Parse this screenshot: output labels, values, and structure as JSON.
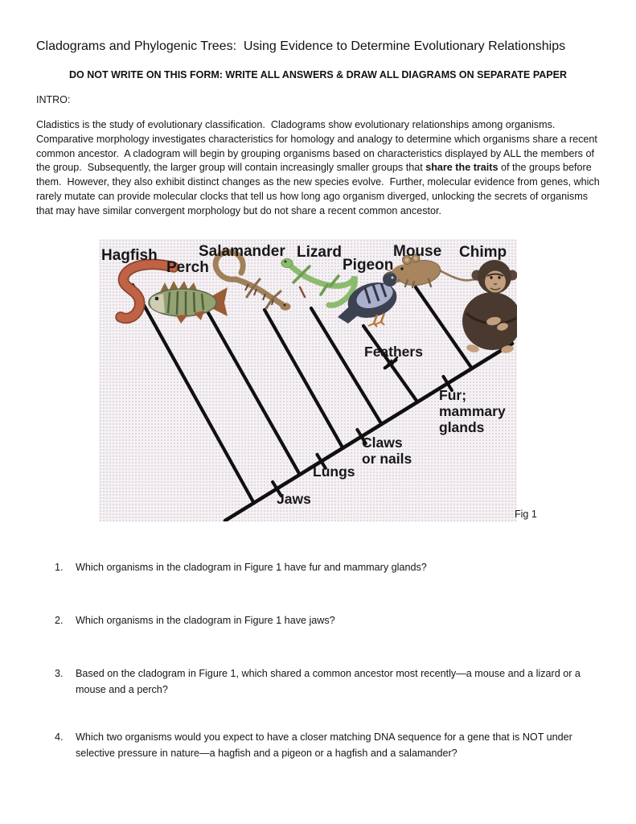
{
  "page": {
    "title": "Cladograms and Phylogenic Trees:  Using Evidence to Determine Evolutionary Relationships",
    "warning": "DO NOT WRITE ON THIS FORM: WRITE ALL ANSWERS & DRAW ALL DIAGRAMS ON SEPARATE PAPER",
    "intro_label": "INTRO:",
    "intro": {
      "part1": "Cladistics is the study of evolutionary classification.  Cladograms show evolutionary relationships among organisms.  Comparative morphology investigates characteristics for homology and analogy to determine which organisms share a recent common ancestor.  A cladogram will begin by grouping organisms based on characteristics displayed by ALL the members of the group.  Subsequently, the larger group will contain increasingly smaller groups that ",
      "bold": "share the traits",
      "part2": " of the groups before them.  However, they also exhibit distinct changes as the new species evolve.  Further, molecular evidence from genes, which rarely mutate can provide molecular clocks that tell us how long ago organism diverged, unlocking the secrets of organisms that may have similar convergent morphology but do not share a recent common ancestor."
    },
    "figure_caption": "Fig 1"
  },
  "cladogram": {
    "organisms": {
      "hagfish": "Hagfish",
      "perch": "Perch",
      "salamander": "Salamander",
      "lizard": "Lizard",
      "pigeon": "Pigeon",
      "mouse": "Mouse",
      "chimp": "Chimp"
    },
    "traits": {
      "jaws": "Jaws",
      "lungs": "Lungs",
      "claws1": "Claws",
      "claws2": "or nails",
      "feathers": "Feathers",
      "fur1": "Fur;",
      "fur2": "mammary",
      "fur3": "glands"
    }
  },
  "questions": [
    {
      "number": "1.",
      "text": "Which organisms in the cladogram in Figure 1 have fur and mammary glands?"
    },
    {
      "number": "2.",
      "text": "Which organisms in the cladogram in Figure 1 have jaws?"
    },
    {
      "number": "3.",
      "text": "Based on the cladogram in Figure 1, which shared a common ancestor most recently—a mouse and a lizard or a mouse and a perch?"
    },
    {
      "number": "4.",
      "text": "Which two organisms would you expect to have a closer matching DNA sequence for a gene that is NOT under selective pressure in nature—a hagfish and a pigeon or a hagfish and a salamander?"
    }
  ]
}
